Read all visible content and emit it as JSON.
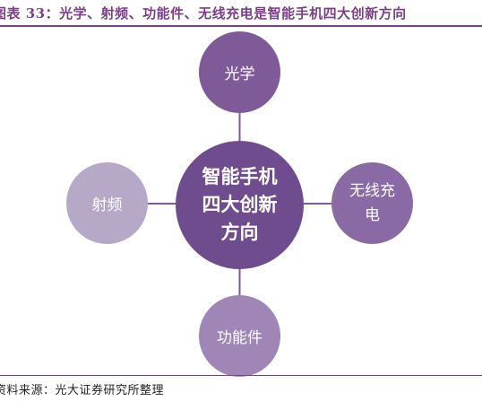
{
  "header": {
    "title": "图表 33：光学、射频、功能件、无线充电是智能手机四大创新方向"
  },
  "diagram": {
    "center": {
      "label": "智能手机\n四大创新\n方向",
      "color": "#6e4c8e"
    },
    "nodes": {
      "top": {
        "label": "光学",
        "color": "#7e5a98"
      },
      "right": {
        "label": "无线充\n电",
        "color": "#8a6aa5"
      },
      "left": {
        "label": "射频",
        "color": "#b6a8c7"
      },
      "bottom": {
        "label": "功能件",
        "color": "#9f86b6"
      }
    },
    "connector_color": "#7e5a98"
  },
  "footer": {
    "source": "资料来源：光大证券研究所整理"
  },
  "colors": {
    "accent": "#7a3f86"
  }
}
